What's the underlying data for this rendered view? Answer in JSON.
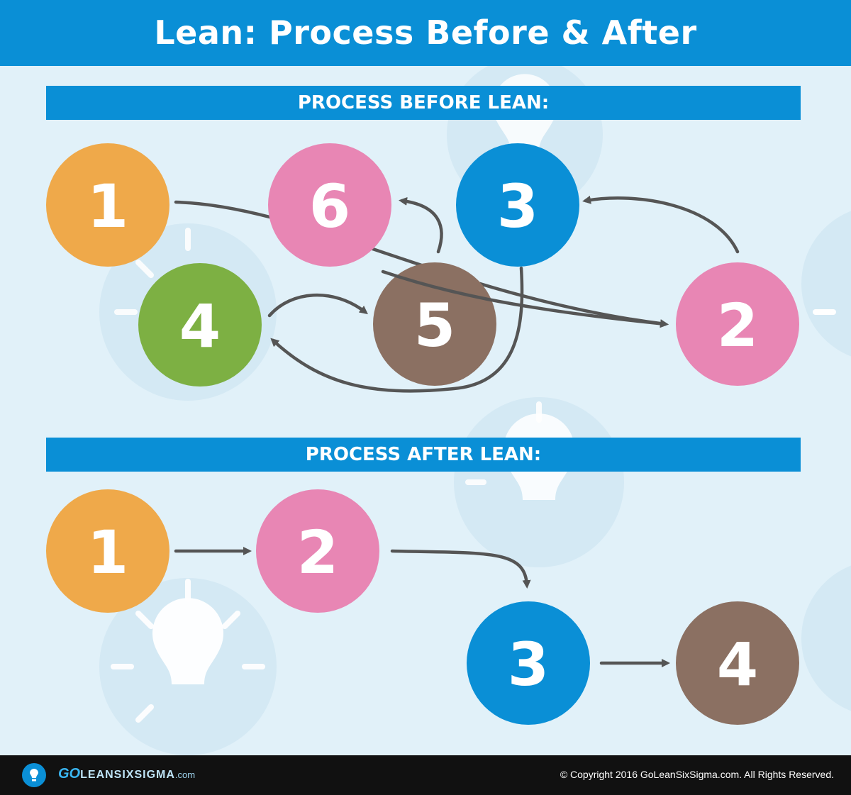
{
  "title": "Lean: Process Before & After",
  "colors": {
    "header_blue": "#0a8fd6",
    "background": "#e1f1f9",
    "orange": "#efa94a",
    "pink": "#e886b4",
    "blue": "#0a8fd6",
    "green": "#7db043",
    "brown": "#8b7062",
    "arrow": "#555555",
    "footer": "#111111"
  },
  "before": {
    "label": "PROCESS BEFORE LEAN:",
    "steps": [
      {
        "number": "1",
        "color": "orange"
      },
      {
        "number": "6",
        "color": "pink"
      },
      {
        "number": "3",
        "color": "blue"
      },
      {
        "number": "4",
        "color": "green"
      },
      {
        "number": "5",
        "color": "brown"
      },
      {
        "number": "2",
        "color": "pink"
      }
    ],
    "flows": [
      [
        "1",
        "2"
      ],
      [
        "2",
        "3"
      ],
      [
        "3",
        "4"
      ],
      [
        "4",
        "5"
      ],
      [
        "5",
        "6"
      ]
    ]
  },
  "after": {
    "label": "PROCESS AFTER LEAN:",
    "steps": [
      {
        "number": "1",
        "color": "orange"
      },
      {
        "number": "2",
        "color": "pink"
      },
      {
        "number": "3",
        "color": "blue"
      },
      {
        "number": "4",
        "color": "brown"
      }
    ],
    "flows": [
      [
        "1",
        "2"
      ],
      [
        "2",
        "3"
      ],
      [
        "3",
        "4"
      ]
    ]
  },
  "background_icons": [
    "lightbulb-icon"
  ],
  "watermark": "GOLEANSIXSIGMA.com",
  "footer": {
    "logo_go": "GO",
    "logo_main": "LEANSIXSIGMA",
    "logo_tld": ".com",
    "logo_icon": "lightbulb-icon",
    "copyright": "© Copyright 2016 GoLeanSixSigma.com. All Rights Reserved."
  }
}
